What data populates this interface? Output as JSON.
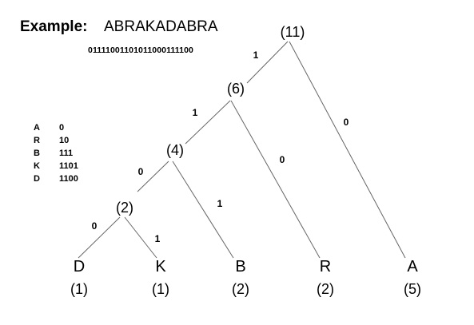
{
  "header": {
    "label": "Example:",
    "word": "ABRAKADABRA",
    "encoded_bits": "01111001101011000111100"
  },
  "code_table": [
    {
      "letter": "A",
      "code": "0"
    },
    {
      "letter": "R",
      "code": "10"
    },
    {
      "letter": "B",
      "code": "111"
    },
    {
      "letter": "K",
      "code": "1101"
    },
    {
      "letter": "D",
      "code": "1100"
    }
  ],
  "tree": {
    "internal_nodes": [
      {
        "id": "n11",
        "label": "(11)"
      },
      {
        "id": "n6",
        "label": "(6)"
      },
      {
        "id": "n4",
        "label": "(4)"
      },
      {
        "id": "n2",
        "label": "(2)"
      }
    ],
    "leaves": [
      {
        "id": "D",
        "letter": "D",
        "weight": "(1)"
      },
      {
        "id": "K",
        "letter": "K",
        "weight": "(1)"
      },
      {
        "id": "B",
        "letter": "B",
        "weight": "(2)"
      },
      {
        "id": "R",
        "letter": "R",
        "weight": "(2)"
      },
      {
        "id": "A",
        "letter": "A",
        "weight": "(5)"
      }
    ],
    "edges": [
      {
        "from": "n11",
        "to": "n6",
        "bit": "1"
      },
      {
        "from": "n11",
        "to": "A",
        "bit": "0"
      },
      {
        "from": "n6",
        "to": "n4",
        "bit": "1"
      },
      {
        "from": "n6",
        "to": "R",
        "bit": "0"
      },
      {
        "from": "n4",
        "to": "n2",
        "bit": "0"
      },
      {
        "from": "n4",
        "to": "B",
        "bit": "1"
      },
      {
        "from": "n2",
        "to": "D",
        "bit": "0"
      },
      {
        "from": "n2",
        "to": "K",
        "bit": "1"
      }
    ]
  }
}
